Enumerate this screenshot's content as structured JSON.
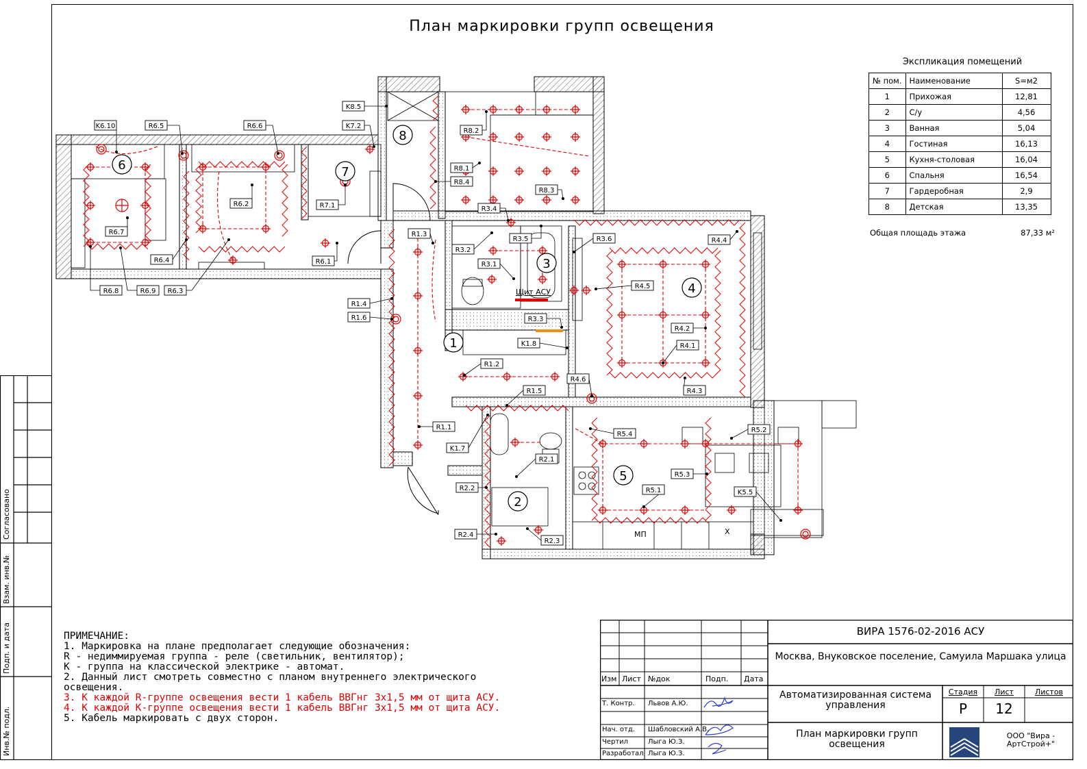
{
  "title": "План маркировки групп освещения",
  "room_numbers": [
    "1",
    "2",
    "3",
    "4",
    "5",
    "6",
    "7",
    "8"
  ],
  "tags": {
    "K6.10": "K6.10",
    "R6.5": "R6.5",
    "R6.6": "R6.6",
    "K8.5": "K8.5",
    "K7.2": "K7.2",
    "R8.2": "R8.2",
    "R8.1": "R8.1",
    "R8.4": "R8.4",
    "R8.3": "R8.3",
    "R7.1": "R7.1",
    "R6.2": "R6.2",
    "R6.7": "R6.7",
    "R6.4": "R6.4",
    "R6.8": "R6.8",
    "R6.9": "R6.9",
    "R6.3": "R6.3",
    "R6.1": "R6.1",
    "R3.4": "R3.4",
    "R1.3": "R1.3",
    "R3.2": "R3.2",
    "R3.5": "R3.5",
    "R3.6": "R3.6",
    "R4.4": "R4.4",
    "R3.1": "R3.1",
    "R4.5": "R4.5",
    "R1.4": "R1.4",
    "R1.6": "R1.6",
    "R3.3": "R3.3",
    "K1.8": "K1.8",
    "R4.2": "R4.2",
    "R4.1": "R4.1",
    "R1.2": "R1.2",
    "R4.6": "R4.6",
    "R1.5": "R1.5",
    "R4.3": "R4.3",
    "R1.1": "R1.1",
    "K1.7": "K1.7",
    "R5.4": "R5.4",
    "R5.2": "R5.2",
    "R2.1": "R2.1",
    "R5.3": "R5.3",
    "R2.2": "R2.2",
    "R5.1": "R5.1",
    "K5.5": "K5.5",
    "R2.4": "R2.4",
    "R2.3": "R2.3"
  },
  "plan_labels": {
    "asu_panel": "Щит АСУ",
    "mp": "МП",
    "x": "X"
  },
  "explication": {
    "title": "Экспликация помещений",
    "headers": [
      "№ пом.",
      "Наименование",
      "S=м2"
    ],
    "rows": [
      [
        "1",
        "Прихожая",
        "12,81"
      ],
      [
        "2",
        "С/у",
        "4,56"
      ],
      [
        "3",
        "Ванная",
        "5,04"
      ],
      [
        "4",
        "Гостиная",
        "16,13"
      ],
      [
        "5",
        "Кухня-столовая",
        "16,04"
      ],
      [
        "6",
        "Спальня",
        "16,54"
      ],
      [
        "7",
        "Гардеробная",
        "2,9"
      ],
      [
        "8",
        "Детская",
        "13,35"
      ]
    ],
    "total_label": "Общая площадь этажа",
    "total_value": "87,33 м²"
  },
  "notes": {
    "header": "ПРИМЕЧАНИЕ:",
    "lines": [
      "1. Маркировка на плане предполагает следующие обозначения:",
      "R - недиммируемая группа - реле (светильник, вентилятор);",
      "K - группа на классической электрике - автомат.",
      "2. Данный лист смотреть совместно с планом внутреннего электрического",
      "освещения."
    ],
    "red_lines": [
      "3. К каждой R-группе освещения вести 1 кабель ВВГнг 3х1,5 мм от щита АСУ.",
      "4. К каждой K-группе освещения вести 1 кабель ВВГнг 3х1,5 мм от щита АСУ."
    ],
    "last_line": "5. Кабель маркировать с двух сторон."
  },
  "title_block": {
    "code": "ВИРА 1576-02-2016 АСУ",
    "address": "Москва, Внуковское поселение, Самуила Маршака улица",
    "system": "Автоматизированная система управления",
    "sheet_name": "План маркировки групп освещения",
    "stage_label": "Стадия",
    "sheet_label": "Лист",
    "sheets_label": "Листов",
    "stage": "Р",
    "sheet": "12",
    "company": "ООО \"Вира - АртСтрой+\"",
    "col_headers": [
      "Изм",
      "Лист",
      "№док",
      "Подп.",
      "Дата"
    ],
    "roles": [
      {
        "role": "Т. Контр.",
        "name": "Львов А.Ю."
      },
      {
        "role": "Нач. отд.",
        "name": "Шабловский А.В."
      },
      {
        "role": "Чертил",
        "name": "Лыга Ю.З."
      },
      {
        "role": "Разработал",
        "name": "Лыга Ю.З."
      }
    ]
  },
  "side_stamp": [
    "Согласовано",
    "Взам. инв.№",
    "Подп. и дата",
    "Инв.№ подл."
  ],
  "colors": {
    "accent": "#e00000",
    "line": "#000000",
    "hatch": "#777777"
  }
}
